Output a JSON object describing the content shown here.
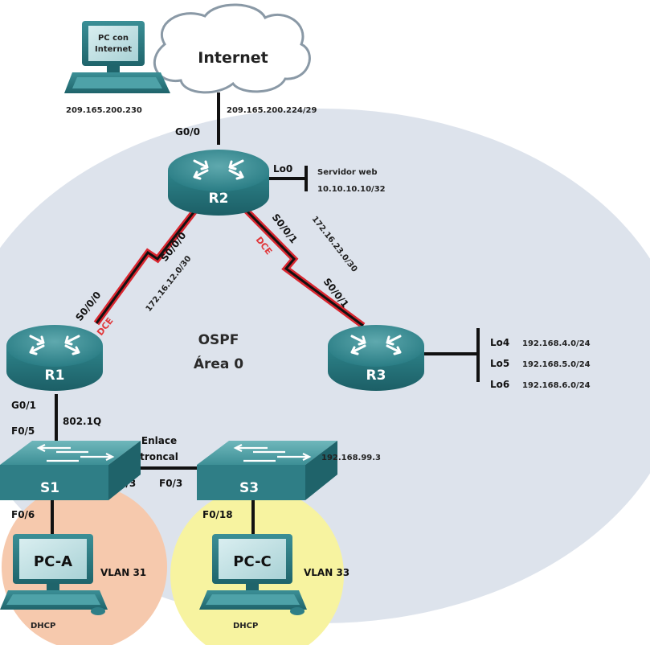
{
  "internet": {
    "label": "Internet",
    "pc_label_line1": "PC con",
    "pc_label_line2": "Internet",
    "pc_ip": "209.165.200.230",
    "link_net": "209.165.200.224/29"
  },
  "r2": {
    "name": "R2",
    "g00": "G0/0",
    "lo0": "Lo0",
    "web_label": "Servidor web",
    "web_ip": "10.10.10.10/32",
    "s000": "S0/0/0",
    "s001": "S0/0/1",
    "net_r1": "172.16.12.0/30",
    "net_r3": "172.16.23.0/30",
    "dce": "DCE"
  },
  "r1": {
    "name": "R1",
    "s000": "S0/0/0",
    "dce": "DCE",
    "g01": "G0/1",
    "trunk": "802.1Q"
  },
  "r3": {
    "name": "R3",
    "s001": "S0/0/1",
    "loopbacks": [
      {
        "name": "Lo4",
        "net": "192.168.4.0/24"
      },
      {
        "name": "Lo5",
        "net": "192.168.5.0/24"
      },
      {
        "name": "Lo6",
        "net": "192.168.6.0/24"
      }
    ]
  },
  "area": {
    "line1": "OSPF",
    "line2": "Área 0"
  },
  "s1": {
    "name": "S1",
    "f05": "F0/5",
    "f03": "F0/3",
    "f06": "F0/6"
  },
  "s3": {
    "name": "S3",
    "ip": "192.168.99.3",
    "f03": "F0/3",
    "f018": "F0/18"
  },
  "trunk": {
    "line1": "Enlace",
    "line2": "troncal"
  },
  "pca": {
    "name": "PC-A",
    "vlan": "VLAN 31",
    "ip": "DHCP"
  },
  "pcc": {
    "name": "PC-C",
    "vlan": "VLAN 33",
    "ip": "DHCP"
  },
  "colors": {
    "area_fill": "#dde3ec",
    "vlan31_fill": "#f6c9ad",
    "vlan33_fill": "#f7f3a0",
    "device_teal": "#2b7f86",
    "serial_red": "#d9262f"
  }
}
